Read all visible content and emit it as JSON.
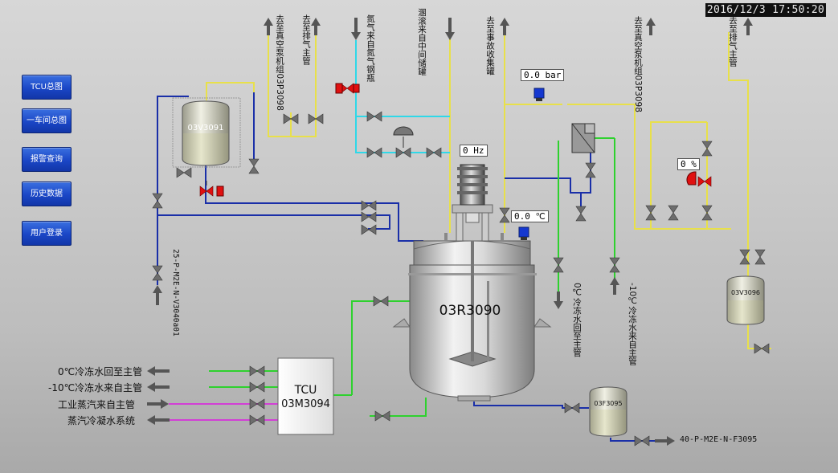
{
  "datetime": "2016/12/3 17:50:20",
  "nav": {
    "tcu_overview": "TCU总图",
    "workshop_overview": "一车间总图",
    "alarm_query": "报警查询",
    "history_data": "历史数据",
    "user_login": "用户登录"
  },
  "equipment": {
    "reactor": "03R3090",
    "tank_v3091": "03V3091",
    "tank_v3096": "03V3096",
    "tank_f3095": "03F3095",
    "tcu_name": "TCU",
    "tcu_id": "03M3094"
  },
  "readouts": {
    "agitator_hz": "0 Hz",
    "pressure": "0.0 bar",
    "temperature": "0.0 ℃",
    "valve_open": "0 %"
  },
  "pipe_labels": {
    "to_vacuum_pump_left": "去至真空泵机组03P3098",
    "to_exhaust_left": "去至排气主管",
    "nitrogen_from_cylinder": "氮气来自氮气钢瓶",
    "mixed_from_tank": "溷滚来自中间储罐",
    "to_emergency_tank": "去至事故收集罐",
    "to_vacuum_pump_right": "去至真空泵机组03P3098",
    "to_exhaust_right": "去至排气主管",
    "line_v3040": "25-P-M2E-N-V3040a01",
    "cold_return_0": "0℃冷冻水回至主管",
    "cold_supply_m10": "-10℃冷冻水来自主管",
    "line_f3095": "40-P-M2E-N-F3095"
  },
  "utility_labels": [
    "0℃冷冻水回至主管",
    "-10℃冷冻水来自主管",
    "工业蒸汽来自主管",
    "蒸汽冷凝水系统"
  ],
  "colors": {
    "yellow_pipe": "#e8e04a",
    "blue_pipe": "#1a2fa8",
    "cyan_pipe": "#2fd8e8",
    "green_pipe": "#2ed12e",
    "magenta_pipe": "#d23fd6",
    "valve_red": "#e01010",
    "button_blue": "#1a46c6"
  },
  "icons": {
    "valve": "valve-icon",
    "control_valve": "control-valve-icon",
    "pump_motor": "motor-icon",
    "arrow": "flow-arrow-icon"
  }
}
